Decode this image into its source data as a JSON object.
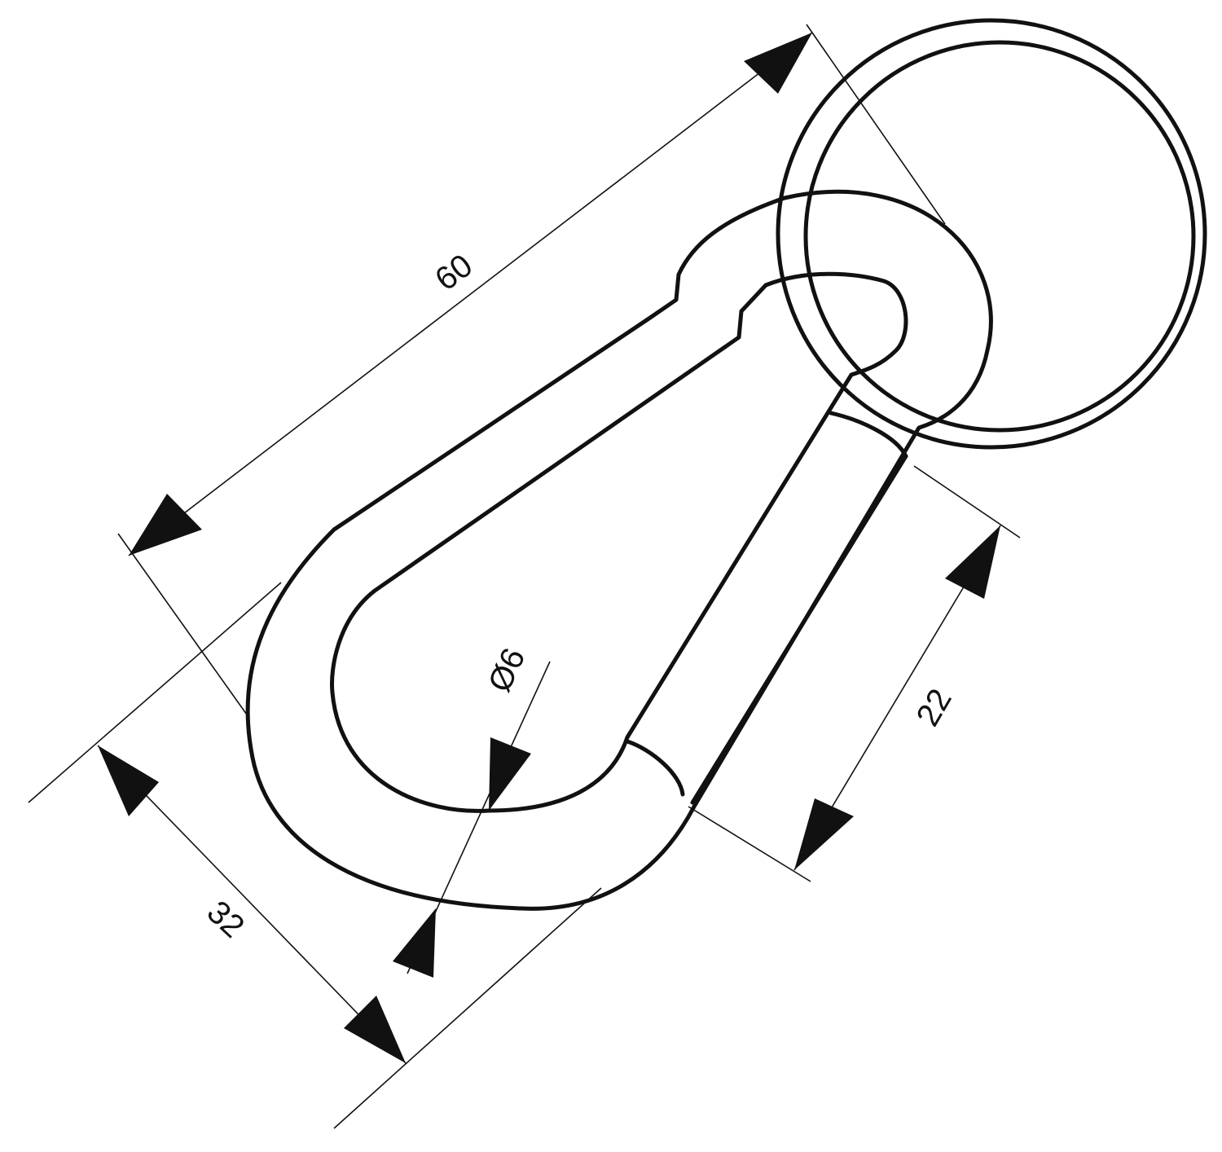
{
  "diagram": {
    "dimensions": {
      "length": {
        "label": "60"
      },
      "width": {
        "label": "32"
      },
      "opening": {
        "label": "22"
      },
      "wire_diameter": {
        "label": "Ø6"
      }
    }
  }
}
